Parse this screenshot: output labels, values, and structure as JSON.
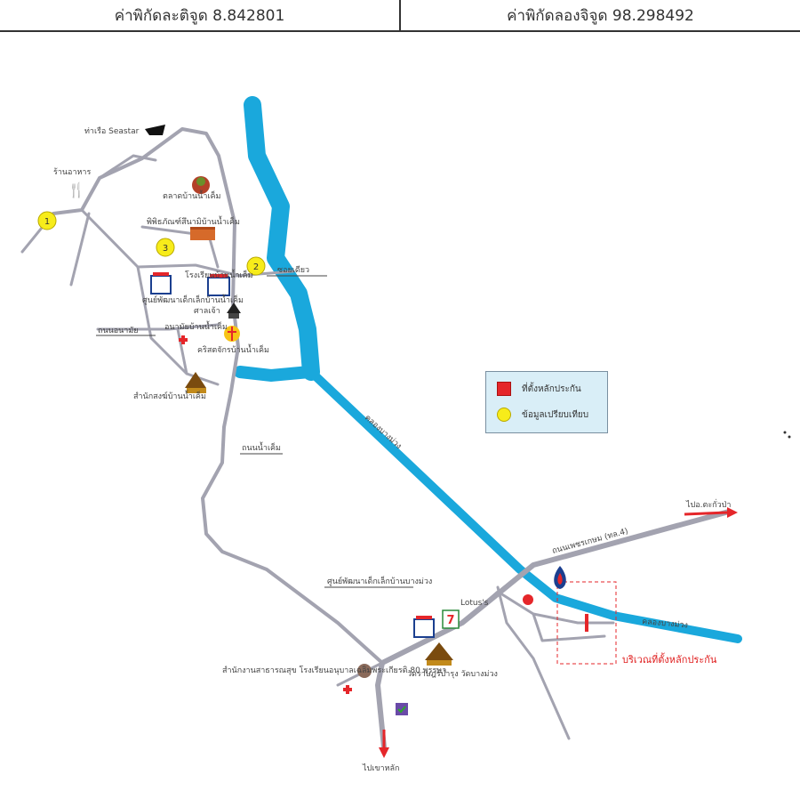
{
  "header": {
    "latitude_label": "ค่าพิกัดละติจูด 8.842801",
    "longitude_label": "ค่าพิกัดลองจิจูด 98.298492"
  },
  "legend": {
    "guarantee_point": "ที่ตั้งหลักประกัน",
    "comparison_data": "ข้อมูลเปรียบเทียบ"
  },
  "markers": {
    "m1": "1",
    "m2": "2",
    "m3": "3"
  },
  "labels": {
    "pier": "ท่าเรือ Seastar",
    "restaurant": "ร้านอาหาร",
    "market": "ตลาดบ้านน้ำเค็ม",
    "museum": "พิพิธภัณฑ์สึนามิบ้านน้ำเค็ม",
    "school": "โรงเรียนบ้านน้ำเค็ม",
    "child_center": "ศูนย์พัฒนาเด็กเล็กบ้านน้ำเค็ม",
    "health_center": "อนามัยบ้านน้ำเค็ม",
    "shrine": "ศาลเจ้า",
    "church": "คริสตจักรบ้านน้ำเค็ม",
    "temple_office": "สำนักสงฆ์บ้านน้ำเค็ม",
    "road_anamai": "ถนนอนามัย",
    "road_nam_khem": "ถนนน้ำเค็ม",
    "road_small": "ซอยเดียว",
    "canal": "คลองบางม่วง",
    "road_phetkasem": "ถนนเพชรเกษม (ทล.4)",
    "to_takua_pa": "ไปอ.ตะกั่วป่า",
    "to_khao_lak": "ไปเขาหลัก",
    "child_center_2": "ศูนย์พัฒนาเด็กเล็กบ้านบางม่วง",
    "seven_eleven": "เซเว่นอีเลฟเว่น",
    "lotus": "Lotus's",
    "temple_2": "วัดราษฎร์บำรุง วัดบางม่วง",
    "hospital_2": "สำนักงานสาธารณสุข โรงเรียนอนุบาลเฉลิมพระเกียรติ 80 พรรษา",
    "guarantee_area": "บริเวณที่ตั้งหลักประกัน",
    "canal_right": "คลองบางม่วง"
  }
}
